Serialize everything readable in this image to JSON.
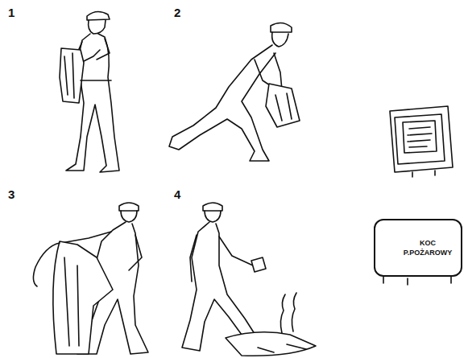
{
  "diagram": {
    "nodes": [
      {
        "text": [
          "KOC P.POŻAROWY"
        ]
      }
    ],
    "labels": [
      "1",
      "2",
      "3",
      "4"
    ]
  }
}
